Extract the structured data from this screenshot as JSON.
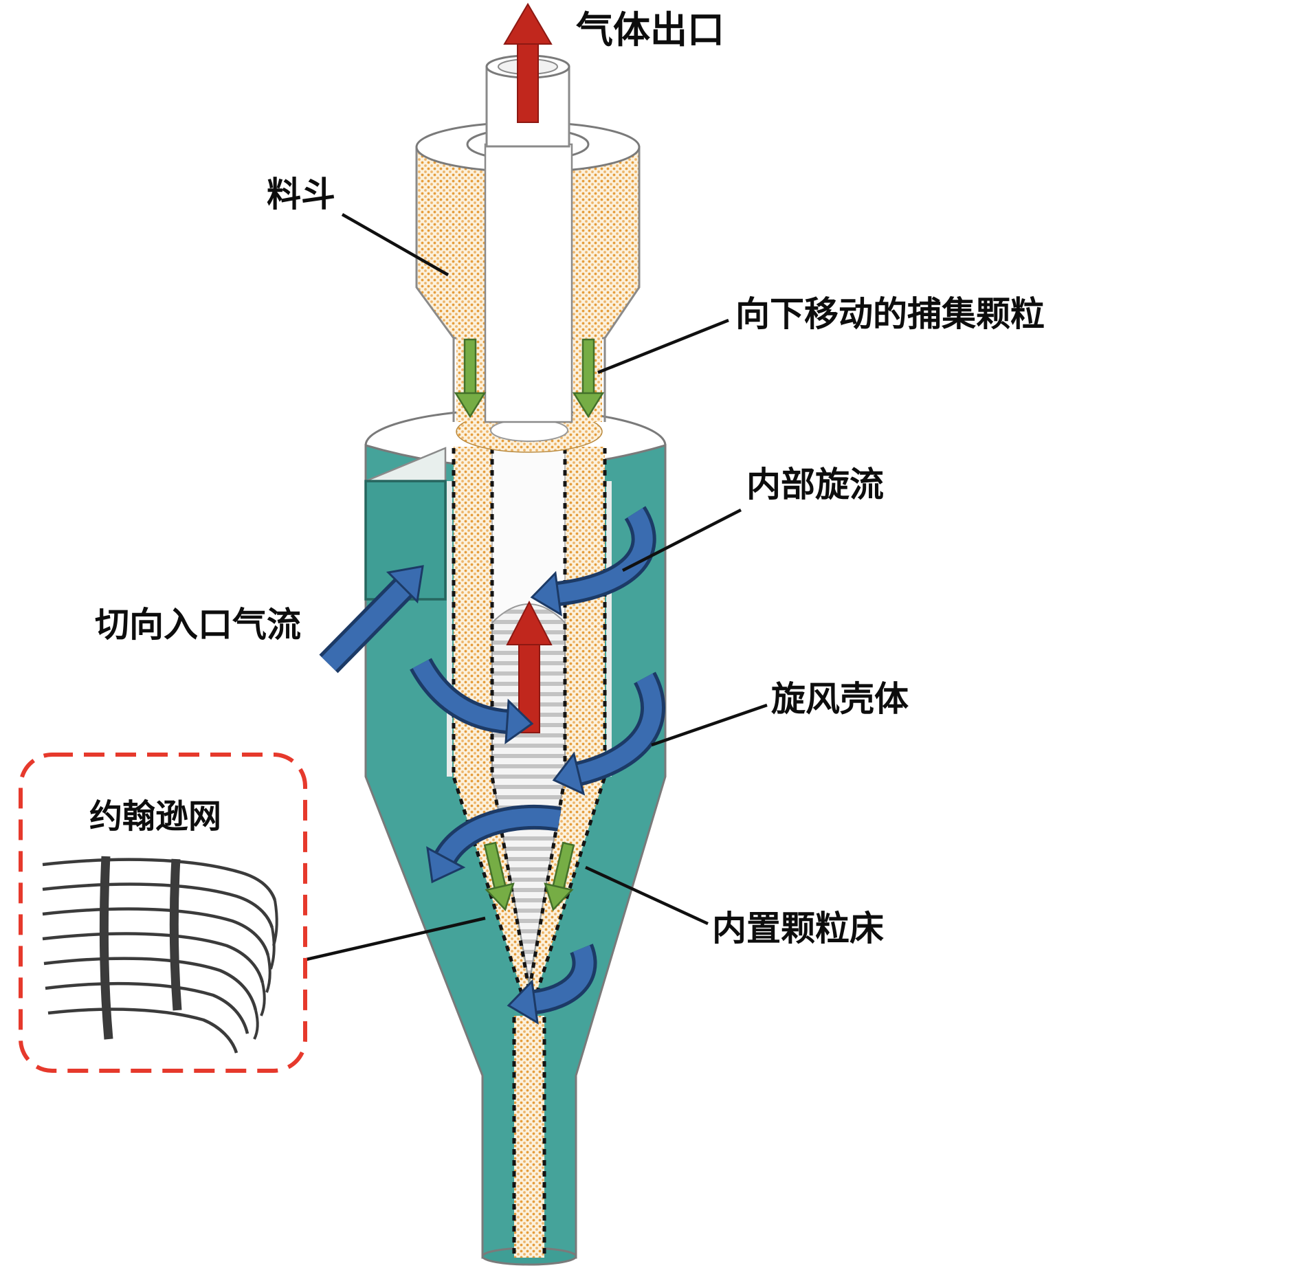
{
  "figure": {
    "type": "technical-diagram",
    "subject": "cyclone separator with built-in moving granular bed"
  },
  "labels": {
    "gas_outlet": "气体出口",
    "hopper": "料斗",
    "downward_particles": "向下移动的捕集颗粒",
    "internal_swirl": "内部旋流",
    "tangential_inlet": "切向入口气流",
    "cyclone_shell": "旋风壳体",
    "granular_bed": "内置颗粒床",
    "johnson_screen": "约翰逊网"
  },
  "colors": {
    "shell_teal": "#45a39a",
    "granule_orange": "#e59d3c",
    "granule_bg": "#fcf1dc",
    "arrow_red": "#c1271d",
    "arrow_green": "#76ad45",
    "arrow_blue": "#3a6cb0",
    "arrow_blue_dark": "#1c3a66",
    "inset_border_red": "#e6392c",
    "label_black": "#0d0d0d"
  }
}
